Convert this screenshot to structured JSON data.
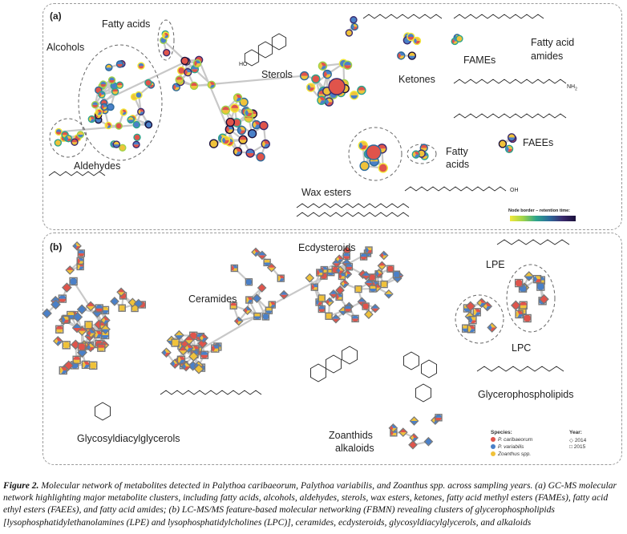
{
  "panels": {
    "a": {
      "letter": "(a)",
      "clusters": {
        "fatty_acids_top": "Fatty acids",
        "alcohols": "Alcohols",
        "aldehydes": "Aldehydes",
        "sterols": "Sterols",
        "ketones": "Ketones",
        "fames": "FAMEs",
        "fatty_acid_amides_line1": "Fatty acid",
        "fatty_acid_amides_line2": "amides",
        "faees": "FAEEs",
        "wax_esters": "Wax esters",
        "fatty_acids_right_line1": "Fatty",
        "fatty_acids_right_line2": "acids"
      },
      "structure_labels": {
        "ho": "HO",
        "nh2": "NH",
        "nh2_sub": "2",
        "oh": "OH"
      },
      "legend": {
        "title": "Node border – retention time:",
        "colors": [
          "#f2e83a",
          "#9fd44a",
          "#2da58c",
          "#2c6a9b",
          "#3b2b6e",
          "#1a0f3a"
        ]
      }
    },
    "b": {
      "letter": "(b)",
      "clusters": {
        "ecdysteroids": "Ecdysteroids",
        "ceramides": "Ceramides",
        "lpe": "LPE",
        "lpc": "LPC",
        "glycerophospholipids": "Glycerophospholipids",
        "glycosyldiacylglycerols": "Glycosyldiacylglycerols",
        "zoanthids_line1": "Zoanthids",
        "zoanthids_line2": "alkaloids"
      },
      "legend": {
        "species_title": "Species:",
        "species": [
          {
            "name": "P. caribaeorum",
            "color": "#e0544b"
          },
          {
            "name": "P. variabilis",
            "color": "#4a80c8"
          },
          {
            "name": "Zoanthus spp.",
            "color": "#f0c23a"
          }
        ],
        "year_title": "Year:",
        "years": [
          {
            "label": "2014",
            "shape": "diamond"
          },
          {
            "label": "2015",
            "shape": "square"
          }
        ]
      }
    }
  },
  "caption": {
    "label": "Figure 2.",
    "text": " Molecular network of metabolites detected in Palythoa caribaeorum, Palythoa variabilis, and Zoanthus spp. across sampling years. (a) GC-MS molecular network highlighting major metabolite clusters, including fatty acids, alcohols, aldehydes, sterols, wax esters, ketones, fatty acid methyl esters (FAMEs), fatty acid ethyl esters (FAEEs), and fatty acid amides; (b) LC-MS/MS feature-based molecular networking (FBMN) revealing clusters of glycerophospholipids [lysophosphatidylethanolamines (LPE) and lysophosphatidylcholines (LPC)], ceramides, ecdysteroids, glycosyldiacylglycerols, and alkaloids"
  }
}
